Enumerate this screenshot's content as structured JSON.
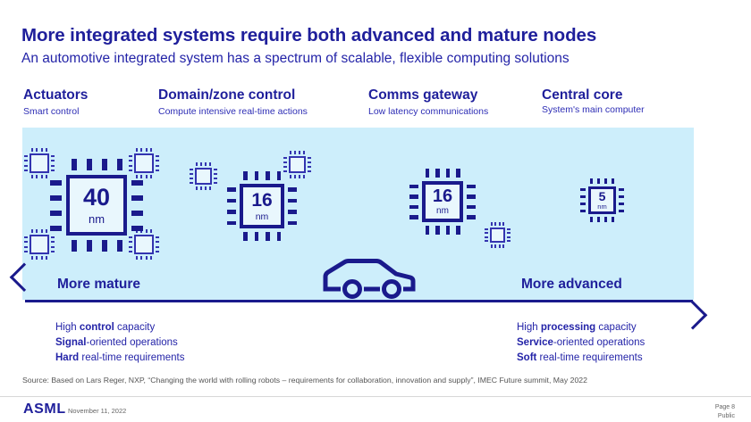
{
  "slide": {
    "title": "More integrated systems require both advanced and mature nodes",
    "subtitle": "An automotive integrated system has a spectrum of scalable, flexible computing solutions",
    "background": "#ffffff",
    "panel_color": "#cdeefb",
    "accent_color": "#1f1f9b"
  },
  "columns": [
    {
      "title": "Actuators",
      "subtitle": "Smart control"
    },
    {
      "title": "Domain/zone control",
      "subtitle": "Compute intensive real-time actions"
    },
    {
      "title": "Comms gateway",
      "subtitle": "Low latency communications"
    },
    {
      "title": "Central core",
      "subtitle": "System's main computer"
    }
  ],
  "chips": [
    {
      "value": "40",
      "unit": "nm",
      "satellites": 4
    },
    {
      "value": "16",
      "unit": "nm",
      "satellites": 2
    },
    {
      "value": "16",
      "unit": "nm",
      "satellites": 1
    },
    {
      "value": "5",
      "unit": "nm",
      "satellites": 0
    }
  ],
  "axis": {
    "left_label": "More mature",
    "right_label": "More advanced",
    "vehicle_icon": "car-icon",
    "left_arrow_icon": "arrow-left-icon",
    "right_arrow_icon": "arrow-right-icon"
  },
  "bullets_left": [
    {
      "pre": "High ",
      "bold": "control",
      "post": " capacity"
    },
    {
      "pre": "",
      "bold": "Signal",
      "post": "-oriented operations"
    },
    {
      "pre": "",
      "bold": "Hard",
      "post": " real-time requirements"
    }
  ],
  "bullets_right": [
    {
      "pre": "High ",
      "bold": "processing",
      "post": " capacity"
    },
    {
      "pre": "",
      "bold": "Service",
      "post": "-oriented operations"
    },
    {
      "pre": "",
      "bold": "Soft",
      "post": " real-time requirements"
    }
  ],
  "source": "Source: Based on Lars Reger, NXP, “Changing the world with rolling robots – requirements for collaboration, innovation and supply”, IMEC Future summit, May 2022",
  "footer": {
    "logo": "ASML",
    "date": "November 11, 2022",
    "page": "Page 8",
    "classification": "Public"
  }
}
